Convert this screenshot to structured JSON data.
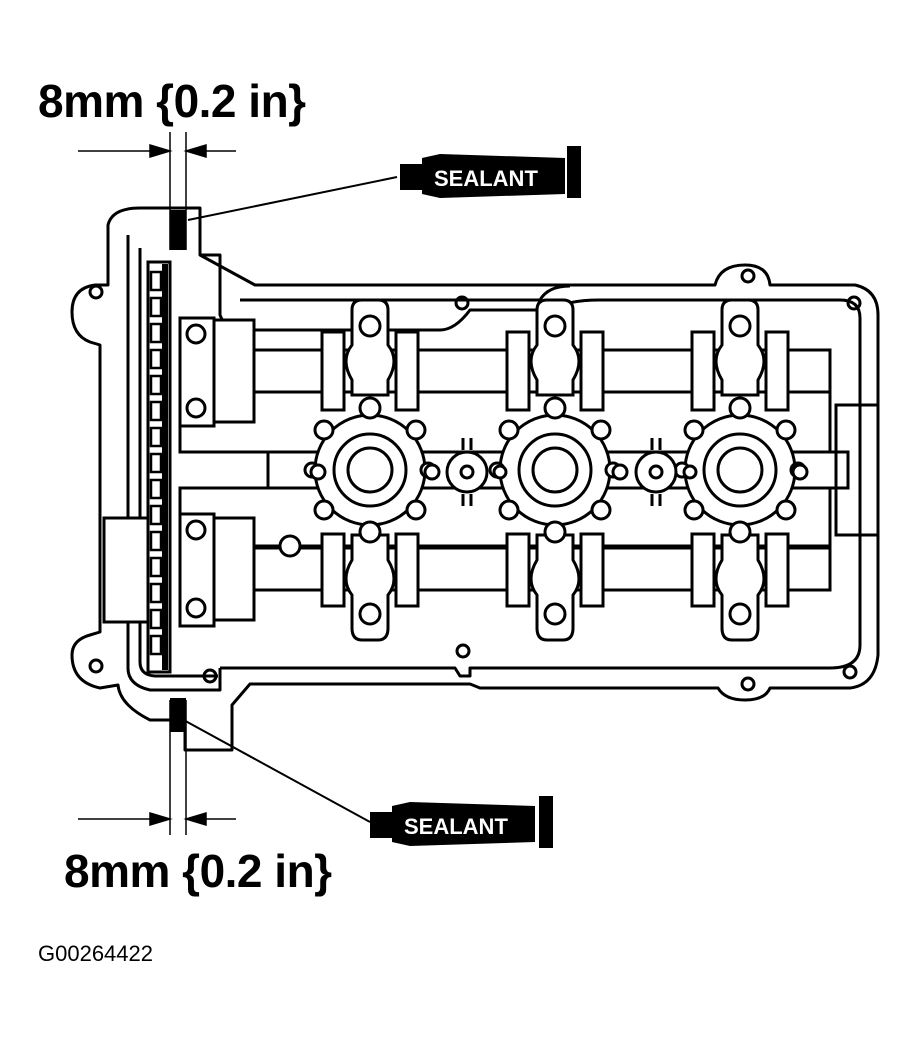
{
  "dimensions": {
    "top": "8mm {0.2 in}",
    "bottom": "8mm {0.2 in}"
  },
  "callouts": {
    "top_sealant": "SEALANT",
    "bottom_sealant": "SEALANT"
  },
  "figure_id": "G00264422",
  "colors": {
    "line": "#000000",
    "background": "#ffffff"
  }
}
